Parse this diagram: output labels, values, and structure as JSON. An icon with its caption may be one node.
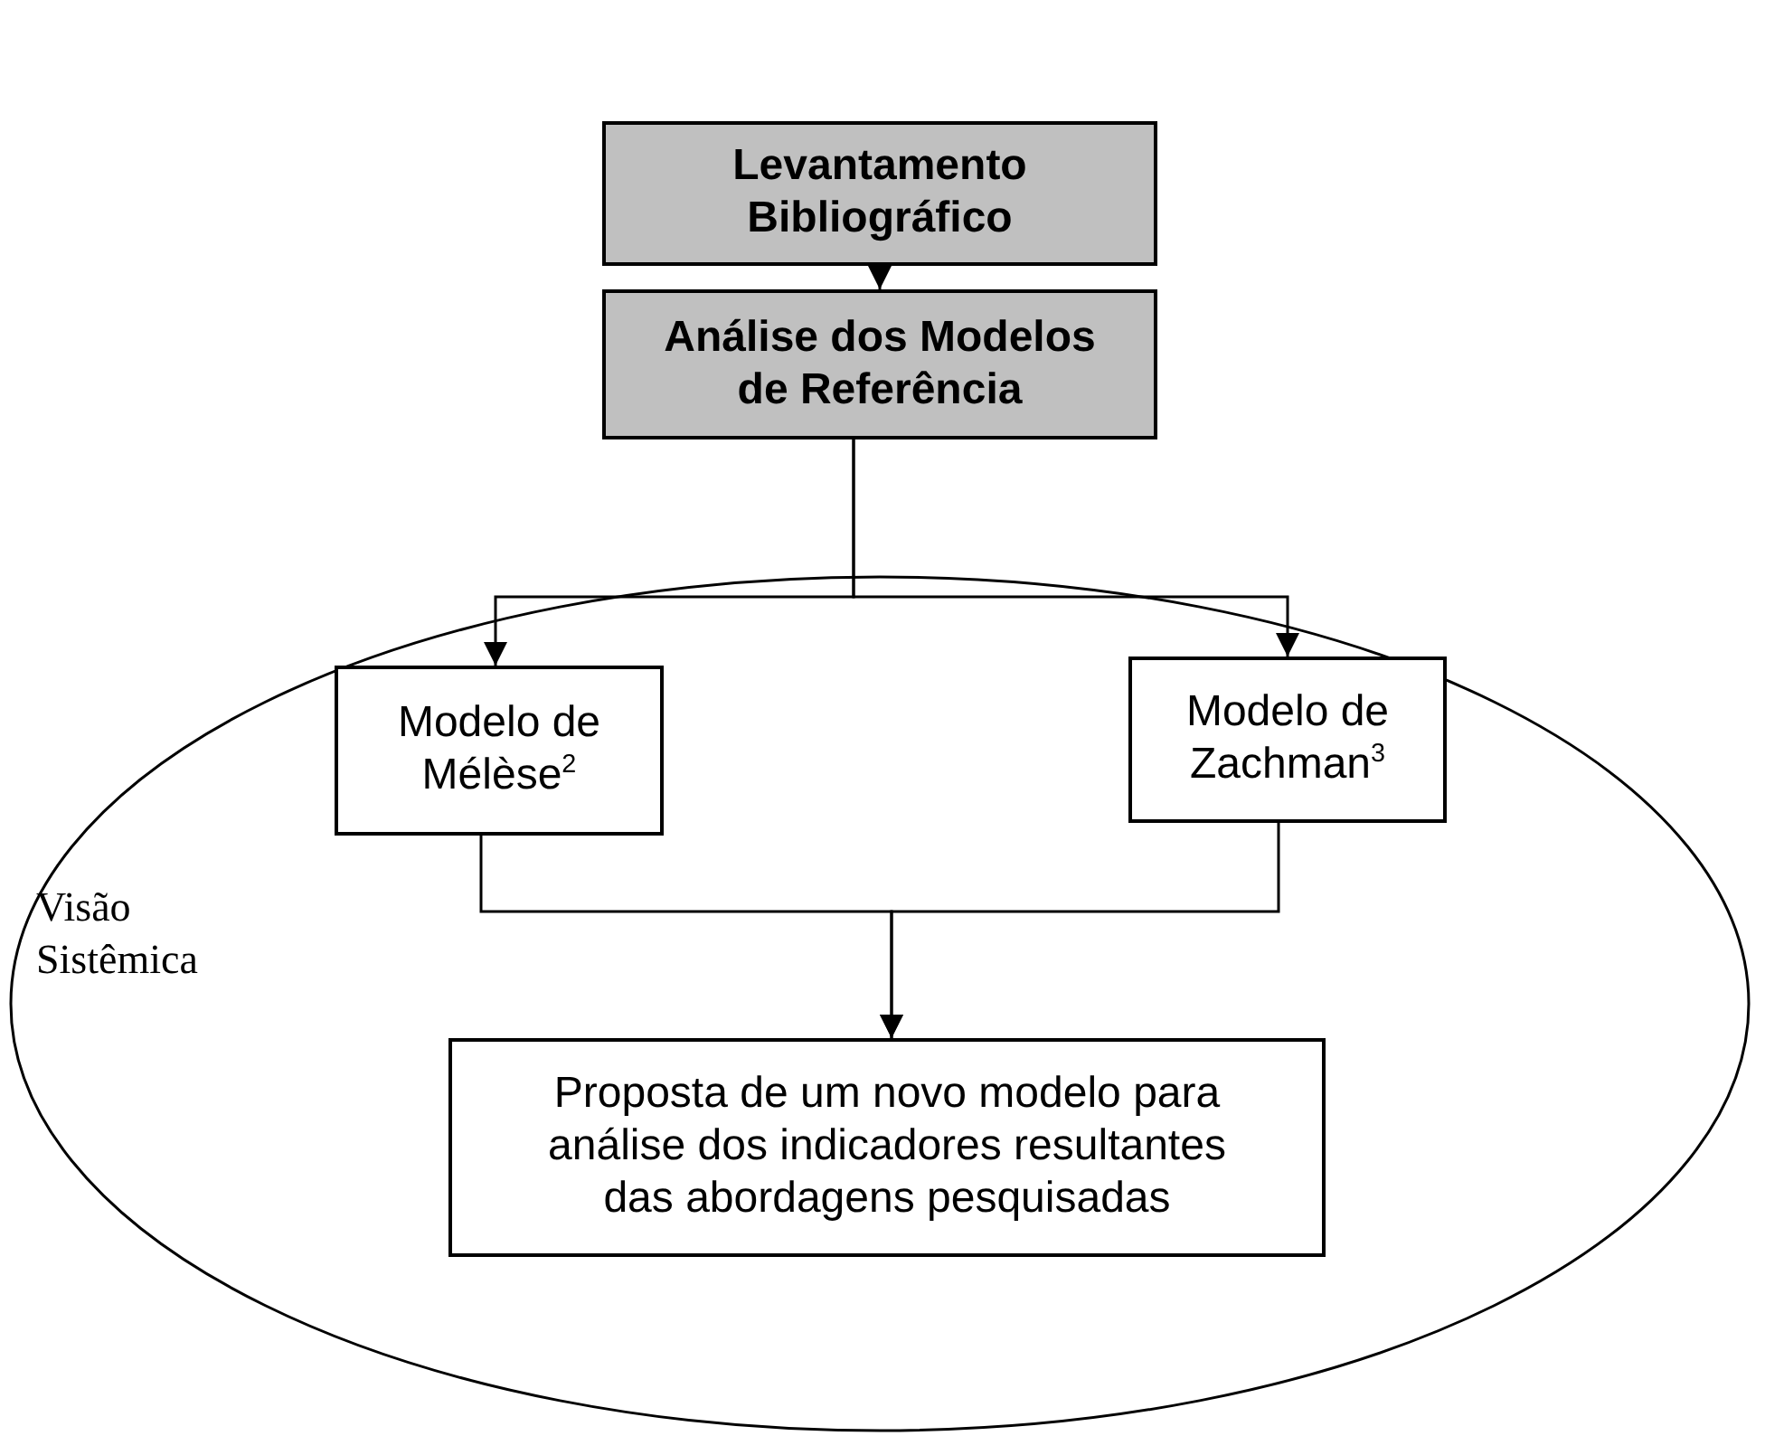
{
  "diagram": {
    "nodes": [
      {
        "text": [
          "Levantamento Bibliográfico"
        ]
      },
      {
        "text": [
          "Análise dos Modelos de Referência"
        ]
      },
      {
        "text": [
          "Visão Sistêmica"
        ]
      },
      {
        "text": [
          "Modelo de Mélèse$^{2}$"
        ],
        "in": 2
      },
      {
        "text": [
          "Modelo de Zachman$^{3}$"
        ],
        "in": 2
      },
      {
        "text": [
          "Proposta de um novo modelo para análise dos indicadores resultantes das abordagens pesquisadas"
        ],
        "in": 2
      }
    ],
    "edges": [
      {
        "from": 0,
        "to": 1,
        "arrow": "to"
      },
      {
        "from": 1,
        "to": 3,
        "arrow": "to"
      },
      {
        "from": 1,
        "to": 4,
        "arrow": "to"
      },
      {
        "from": 3,
        "to": 5,
        "arrow": "to"
      },
      {
        "from": 4,
        "to": 5,
        "arrow": "to"
      }
    ]
  }
}
